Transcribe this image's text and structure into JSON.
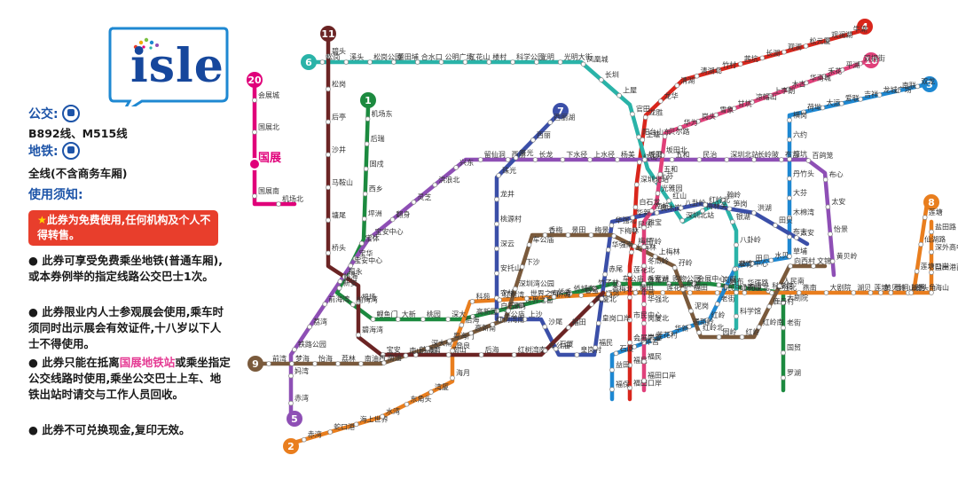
{
  "logo": {
    "text": "isle"
  },
  "sections": {
    "bus_header": "公交:",
    "bus_lines": "B892线、M515线",
    "metro_header": "地铁:",
    "metro_lines": "全线(不含商务车厢)",
    "notice_header": "使用须知:",
    "warning": "此券为免费使用,任何机构及个人不得转售。",
    "rules": [
      "此券可享受免费乘坐地铁(普通车厢),或本券例举的指定线路公交巴士1次。",
      "此券限业内人士参观展会使用,乘车时须同时出示展会有效证件,十八岁以下人士不得使用。",
      "此券只能在抵离国展地铁站或乘坐指定公交线路时使用,乘坐公交巴士上车、地铁出站时请交与工作人员回收。",
      "此券不可兑换现金,复印无效。"
    ],
    "rule3_highlight": "国展地铁站"
  },
  "map": {
    "highlight_station": "国展",
    "line_colors": {
      "1": "#1c8a3f",
      "2": "#e97e1e",
      "3": "#1e88d2",
      "4": "#d9261c",
      "5": "#8e4fb5",
      "6": "#2ab3a8",
      "7": "#3b4fa8",
      "8": "#e97e1e",
      "9": "#7a5a3c",
      "10": "#e0407a",
      "11": "#6b2424",
      "20": "#e0007a"
    },
    "line_badges": [
      "1",
      "2",
      "3",
      "4",
      "5",
      "6",
      "7",
      "8",
      "9",
      "10",
      "11",
      "20"
    ],
    "stations": {
      "l20": [
        "会展城",
        "国展北",
        "国展",
        "国展南",
        "机场北"
      ],
      "l11": [
        "碧头",
        "松岗",
        "后亭",
        "沙井",
        "马鞍山",
        "塘尾",
        "桥头",
        "福永",
        "机场",
        "碧海湾",
        "宝安",
        "前海湾",
        "南山",
        "后海",
        "红树湾南",
        "车公庙",
        "福田",
        "岗厦北"
      ],
      "l6": [
        "松岗",
        "溪头",
        "松岗公园",
        "薯田埔",
        "合水口",
        "公明广场",
        "红花山",
        "楼村",
        "科学公园",
        "光明",
        "光明大街",
        "凤凰城",
        "长圳",
        "上屋",
        "官田",
        "阳台山东",
        "元芬",
        "上芬",
        "红山",
        "深圳北站",
        "梅林关",
        "翰岭",
        "银湖",
        "八卦岭",
        "体育中心",
        "通新岭",
        "科学馆"
      ],
      "l4": [
        "牛湖",
        "观澜湖",
        "松元厦",
        "观澜",
        "长湖",
        "茜坑",
        "竹村",
        "清湖北",
        "清湖",
        "龙华",
        "龙胜",
        "上塘",
        "红山",
        "深圳北站",
        "白石龙",
        "民乐",
        "上梅林",
        "莲花北",
        "少年宫",
        "市民中心",
        "会展中心",
        "福民",
        "福田口岸"
      ],
      "l10": [
        "双拥街",
        "平湖",
        "禾花",
        "华南城",
        "木古",
        "上李朗",
        "凉帽山",
        "甘坑",
        "雪象",
        "岗头",
        "华为",
        "贝尔路",
        "坂田北",
        "五和",
        "光雅园",
        "南坑",
        "雅宝",
        "孖岭",
        "冬瓜岭",
        "莲花村",
        "华强北",
        "岗厦北",
        "岗厦",
        "福民",
        "福田口岸"
      ],
      "l3": [
        "双龙",
        "南联",
        "龙城广场",
        "吉祥",
        "爱联",
        "大运",
        "荷坳",
        "横岗",
        "六约",
        "塘坑",
        "丹竹头",
        "大芬",
        "木棉湾",
        "布吉",
        "草埔",
        "水贝",
        "田贝",
        "翠竹",
        "晒布",
        "老街",
        "红岭",
        "通新岭",
        "华新",
        "莲花村",
        "少年宫",
        "石厦",
        "益田",
        "福保"
      ],
      "l5": [
        "黄贝岭",
        "怡景",
        "太安",
        "布心",
        "百鸽笼",
        "布吉",
        "长岭陂",
        "深圳北站",
        "民治",
        "五和",
        "坂田",
        "杨美",
        "上水径",
        "下水径",
        "长龙",
        "西丽",
        "留仙洞",
        "兴东",
        "洪浪北",
        "灵芝",
        "翻身",
        "宝安中心",
        "宝华",
        "临海",
        "前海湾",
        "荔湾",
        "铁路公园",
        "妈湾",
        "赤湾"
      ],
      "l7": [
        "西丽湖",
        "西丽",
        "茶光",
        "珠光",
        "龙井",
        "桃源村",
        "深云",
        "安托山",
        "农林",
        "车公庙",
        "上沙",
        "沙尾",
        "石厦",
        "皇岗村",
        "福民",
        "皇岗口岸",
        "福邻",
        "赤尾",
        "华强南",
        "华强北",
        "华新",
        "黄木岗",
        "八卦岭",
        "红岭北",
        "笋岗",
        "洪湖",
        "田贝",
        "太安"
      ],
      "l1": [
        "罗湖",
        "国贸",
        "老街",
        "大剧院",
        "科学馆",
        "华强路",
        "岗厦",
        "会展中心",
        "购物公园",
        "香蜜湖",
        "车公庙",
        "竹子林",
        "侨城东",
        "华侨城",
        "世界之窗",
        "白石洲",
        "高新园",
        "深大",
        "桃园",
        "大新",
        "鲤鱼门",
        "前海湾",
        "新安",
        "宝安中心",
        "宝体",
        "坪洲",
        "西乡",
        "固戍",
        "后瑞",
        "机场东"
      ],
      "l2": [
        "赤湾",
        "蛇口港",
        "海上世界",
        "水湾",
        "东角头",
        "湾厦",
        "海月",
        "登良",
        "后海",
        "科苑",
        "红树湾",
        "世界之窗",
        "侨香",
        "香蜜",
        "香梅北",
        "景田",
        "莲花西",
        "福田",
        "市民中心",
        "岗厦北",
        "华强北",
        "燕南",
        "大剧院",
        "湖贝",
        "黄贝岭",
        "新秀",
        "莲塘口岸",
        "仙湖路",
        "莲塘"
      ],
      "l9": [
        "前湾",
        "梦海",
        "怡海",
        "荔林",
        "南油西",
        "南油",
        "南山书城",
        "深大南",
        "粤海门",
        "高新南",
        "红树湾南",
        "深湾",
        "深圳湾公园",
        "下沙",
        "车公庙",
        "香梅",
        "景田",
        "梅景",
        "下梅林",
        "梅村",
        "上梅林",
        "孖岭",
        "银湖",
        "泥岗",
        "红岭北",
        "园岭",
        "红岭",
        "红岭南",
        "鹿丹村",
        "人民南",
        "向西村",
        "文锦"
      ],
      "l8": [
        "莲塘",
        "梧桐山南",
        "沙头角",
        "海山",
        "盐田港西",
        "深外高中",
        "盐田路"
      ]
    },
    "label_vertical_sample": [
      "侨城东",
      "深大",
      "南油西"
    ]
  }
}
